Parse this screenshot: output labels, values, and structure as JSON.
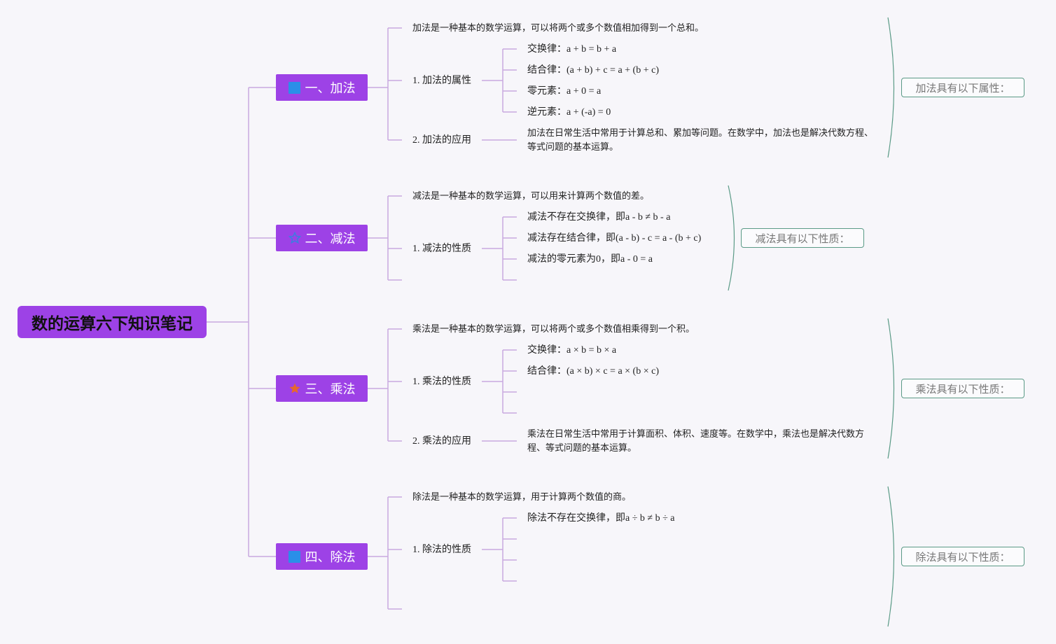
{
  "root": {
    "title": "数的运算六下知识笔记"
  },
  "colors": {
    "node": "#9d42e6",
    "line": "#c9a9e0",
    "brace": "#5a9a86"
  },
  "branches": [
    {
      "label": "一、加法",
      "icon": "blue-square-icon",
      "intro": "加法是一种基本的数学运算，可以将两个或多个数值相加得到一个总和。",
      "sub1": "1. 加法的属性",
      "items": [
        "交换律：a + b = b + a",
        "结合律：(a + b) + c = a + (b + c)",
        "零元素：a + 0 = a",
        "逆元素：a + (-a) = 0"
      ],
      "sub2": "2. 加法的应用",
      "app": "加法在日常生活中常用于计算总和、累加等问题。在数学中，加法也是解决代数方程、等式问题的基本运算。",
      "summary": "加法具有以下属性："
    },
    {
      "label": "二、减法",
      "icon": "outline-star-icon",
      "intro": "减法是一种基本的数学运算，可以用来计算两个数值的差。",
      "sub1": "1. 减法的性质",
      "items": [
        "减法不存在交换律，即a - b ≠ b - a",
        "减法存在结合律，即(a - b) - c = a - (b + c)",
        "减法的零元素为0，即a - 0 = a"
      ],
      "summary": "减法具有以下性质："
    },
    {
      "label": "三、乘法",
      "icon": "orange-star-icon",
      "intro": "乘法是一种基本的数学运算，可以将两个或多个数值相乘得到一个积。",
      "sub1": "1. 乘法的性质",
      "items": [
        "交换律：a × b = b × a",
        "结合律：(a × b) × c = a × (b × c)"
      ],
      "sub2": "2. 乘法的应用",
      "app": "乘法在日常生活中常用于计算面积、体积、速度等。在数学中，乘法也是解决代数方程、等式问题的基本运算。",
      "summary": "乘法具有以下性质："
    },
    {
      "label": "四、除法",
      "icon": "blue-square-icon",
      "intro": "除法是一种基本的数学运算，用于计算两个数值的商。",
      "sub1": "1. 除法的性质",
      "items": [
        "除法不存在交换律，即a ÷ b ≠ b ÷ a"
      ],
      "summary": "除法具有以下性质："
    }
  ]
}
